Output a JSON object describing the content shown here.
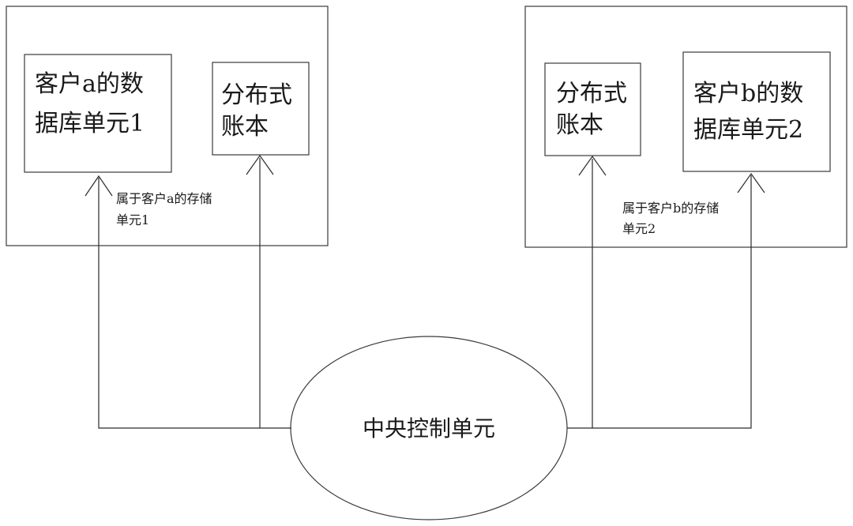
{
  "client_a_db": {
    "line1": "客户a的数",
    "line2": "据库单元1"
  },
  "ledger_a": {
    "line1": "分布式",
    "line2": "账本"
  },
  "storage_a": {
    "line1": "属于客户a的存储",
    "line2": "单元1"
  },
  "ledger_b": {
    "line1": "分布式",
    "line2": "账本"
  },
  "client_b_db": {
    "line1": "客户b的数",
    "line2": "据库单元2"
  },
  "storage_b": {
    "line1": "属于客户b的存储",
    "line2": "单元2"
  },
  "central_unit": {
    "label": "中央控制单元"
  }
}
